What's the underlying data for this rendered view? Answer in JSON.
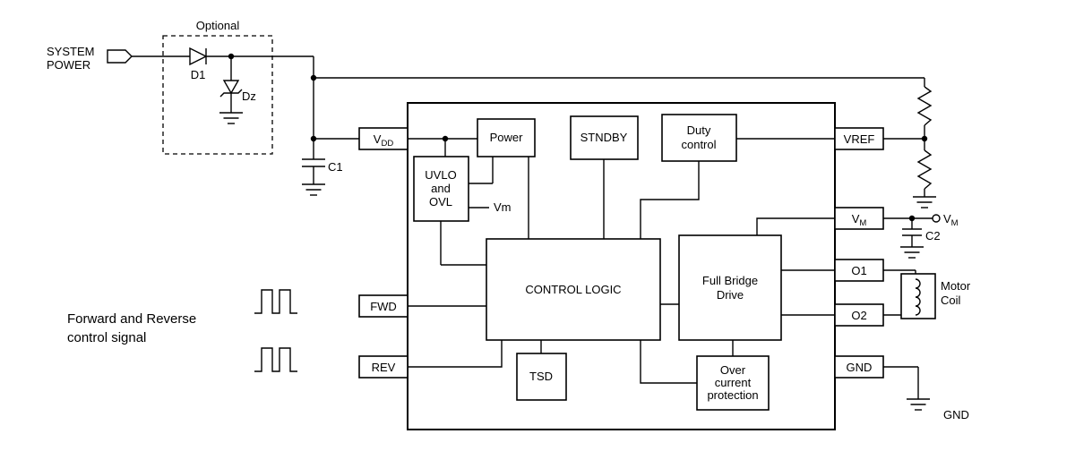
{
  "colors": {
    "line": "#000000",
    "background": "#ffffff"
  },
  "external": {
    "system_power": {
      "line1": "SYSTEM",
      "line2": "POWER"
    },
    "optional_label": "Optional",
    "d1": "D1",
    "dz": "Dz",
    "c1": "C1",
    "c2": "C2",
    "vm_terminal": {
      "main": "V",
      "sub": "M"
    },
    "motor": {
      "line1": "Motor",
      "line2": "Coil"
    },
    "gnd_label": "GND",
    "control_signal": {
      "line1": "Forward and Reverse",
      "line2": "control signal"
    }
  },
  "pins": {
    "vdd": {
      "main": "V",
      "sub": "DD"
    },
    "fwd": "FWD",
    "rev": "REV",
    "vref": "VREF",
    "vm": {
      "main": "V",
      "sub": "M"
    },
    "o1": "O1",
    "o2": "O2",
    "gnd": "GND"
  },
  "blocks": {
    "power": "Power",
    "stndby": "STNDBY",
    "duty": {
      "line1": "Duty",
      "line2": "control"
    },
    "uvlo": {
      "line1": "UVLO",
      "line2": "and",
      "line3": "OVL"
    },
    "vm_node": "Vm",
    "control_logic": "CONTROL LOGIC",
    "full_bridge": {
      "line1": "Full Bridge",
      "line2": "Drive"
    },
    "tsd": "TSD",
    "ocp": {
      "line1": "Over",
      "line2": "current",
      "line3": "protection"
    }
  }
}
